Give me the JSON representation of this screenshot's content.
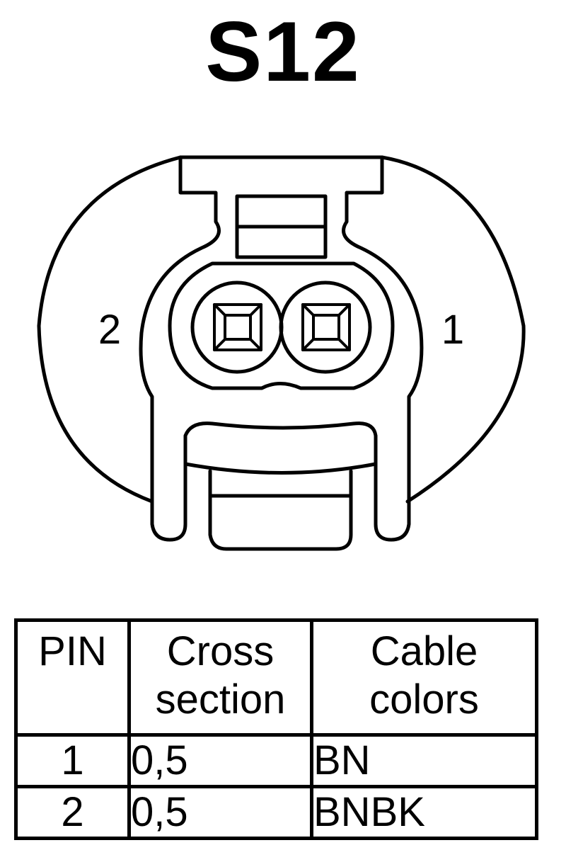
{
  "title": "S12",
  "connector": {
    "pin_labels": [
      "2",
      "1"
    ]
  },
  "table": {
    "headers": [
      {
        "line1": "PIN",
        "line2": ""
      },
      {
        "line1": "Cross",
        "line2": "section"
      },
      {
        "line1": "Cable",
        "line2": "colors"
      }
    ],
    "rows": [
      {
        "pin": "1",
        "cross_section": "0,5",
        "color": "BN"
      },
      {
        "pin": "2",
        "cross_section": "0,5",
        "color": "BNBK"
      }
    ]
  }
}
